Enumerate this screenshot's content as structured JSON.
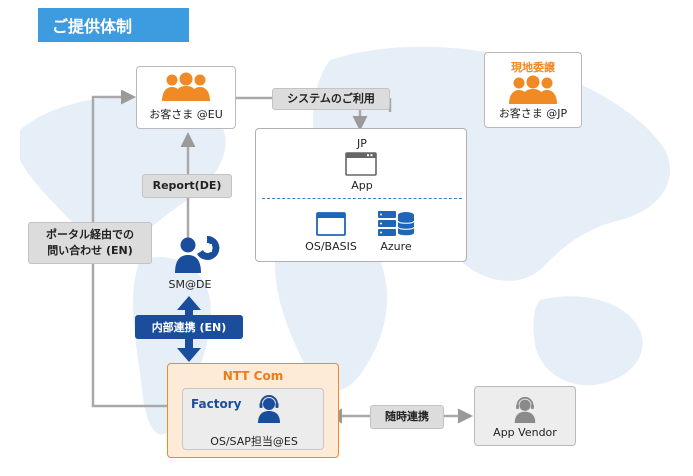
{
  "header": {
    "title": "ご提供体制"
  },
  "customer_eu": {
    "label": "お客さま @EU"
  },
  "customer_jp": {
    "heading": "現地委譲",
    "label": "お客さま @JP"
  },
  "tags": {
    "system_use": "システムのご利用",
    "report": "Report(DE)",
    "portal_line1": "ポータル経由での",
    "portal_line2": "問い合わせ (EN)",
    "internal": "内部連携 (EN)",
    "adhoc": "随時連携"
  },
  "cloud": {
    "region": "JP",
    "app_label": "App",
    "os_label": "OS/BASIS",
    "azure_label": "Azure"
  },
  "sm": {
    "label": "SM@DE"
  },
  "ntt": {
    "title": "NTT Com",
    "factory_label": "Factory",
    "team_label": "OS/SAP担当@ES"
  },
  "vendor": {
    "label": "App Vendor"
  },
  "colors": {
    "header": "#3d9be0",
    "orange": "#f08a24",
    "navy": "#1a4d9b",
    "blue_icon": "#1f66b8",
    "map": "#e4eef7"
  }
}
